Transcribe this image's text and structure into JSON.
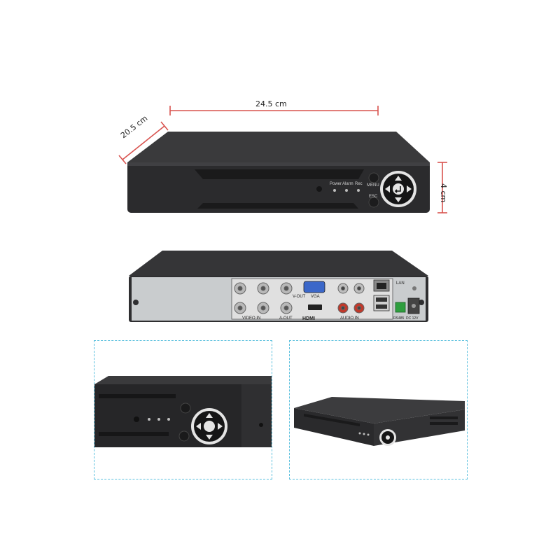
{
  "dimensions": {
    "width": "24.5 cm",
    "depth": "20.5 cm",
    "height": "4 cm"
  },
  "front_panel": {
    "led_labels": [
      "Power",
      "Alarm",
      "Rec"
    ],
    "menu_label": "MENU",
    "esc_label": "ESC"
  },
  "rear_panel": {
    "video_in_label": "VIDEO IN",
    "v_out_label": "V-OUT",
    "vga_label": "VGA",
    "a_out_label": "A-OUT",
    "hdmi_label": "HDMI",
    "audio_in_label": "AUDIO IN",
    "lan_label": "LAN",
    "rs485_label": "RS485",
    "power_label": "DC 12V"
  },
  "colors": {
    "dimension_line": "#d9534f",
    "inset_border": "#5bc0de",
    "chassis": "#2e2e30",
    "rear_plate": "#cfd2d4"
  }
}
